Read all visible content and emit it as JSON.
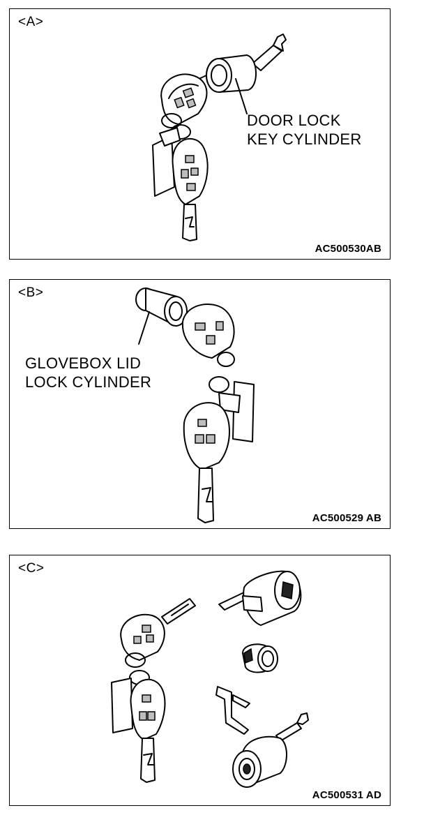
{
  "panels": [
    {
      "label": "<A>",
      "code": "AC500530AB",
      "callout": [
        "DOOR LOCK",
        "KEY CYLINDER"
      ]
    },
    {
      "label": "<B>",
      "code": "AC500529 AB",
      "callout": [
        "GLOVEBOX LID",
        "LOCK CYLINDER"
      ]
    },
    {
      "label": "<C>",
      "code": "AC500531 AD"
    }
  ]
}
